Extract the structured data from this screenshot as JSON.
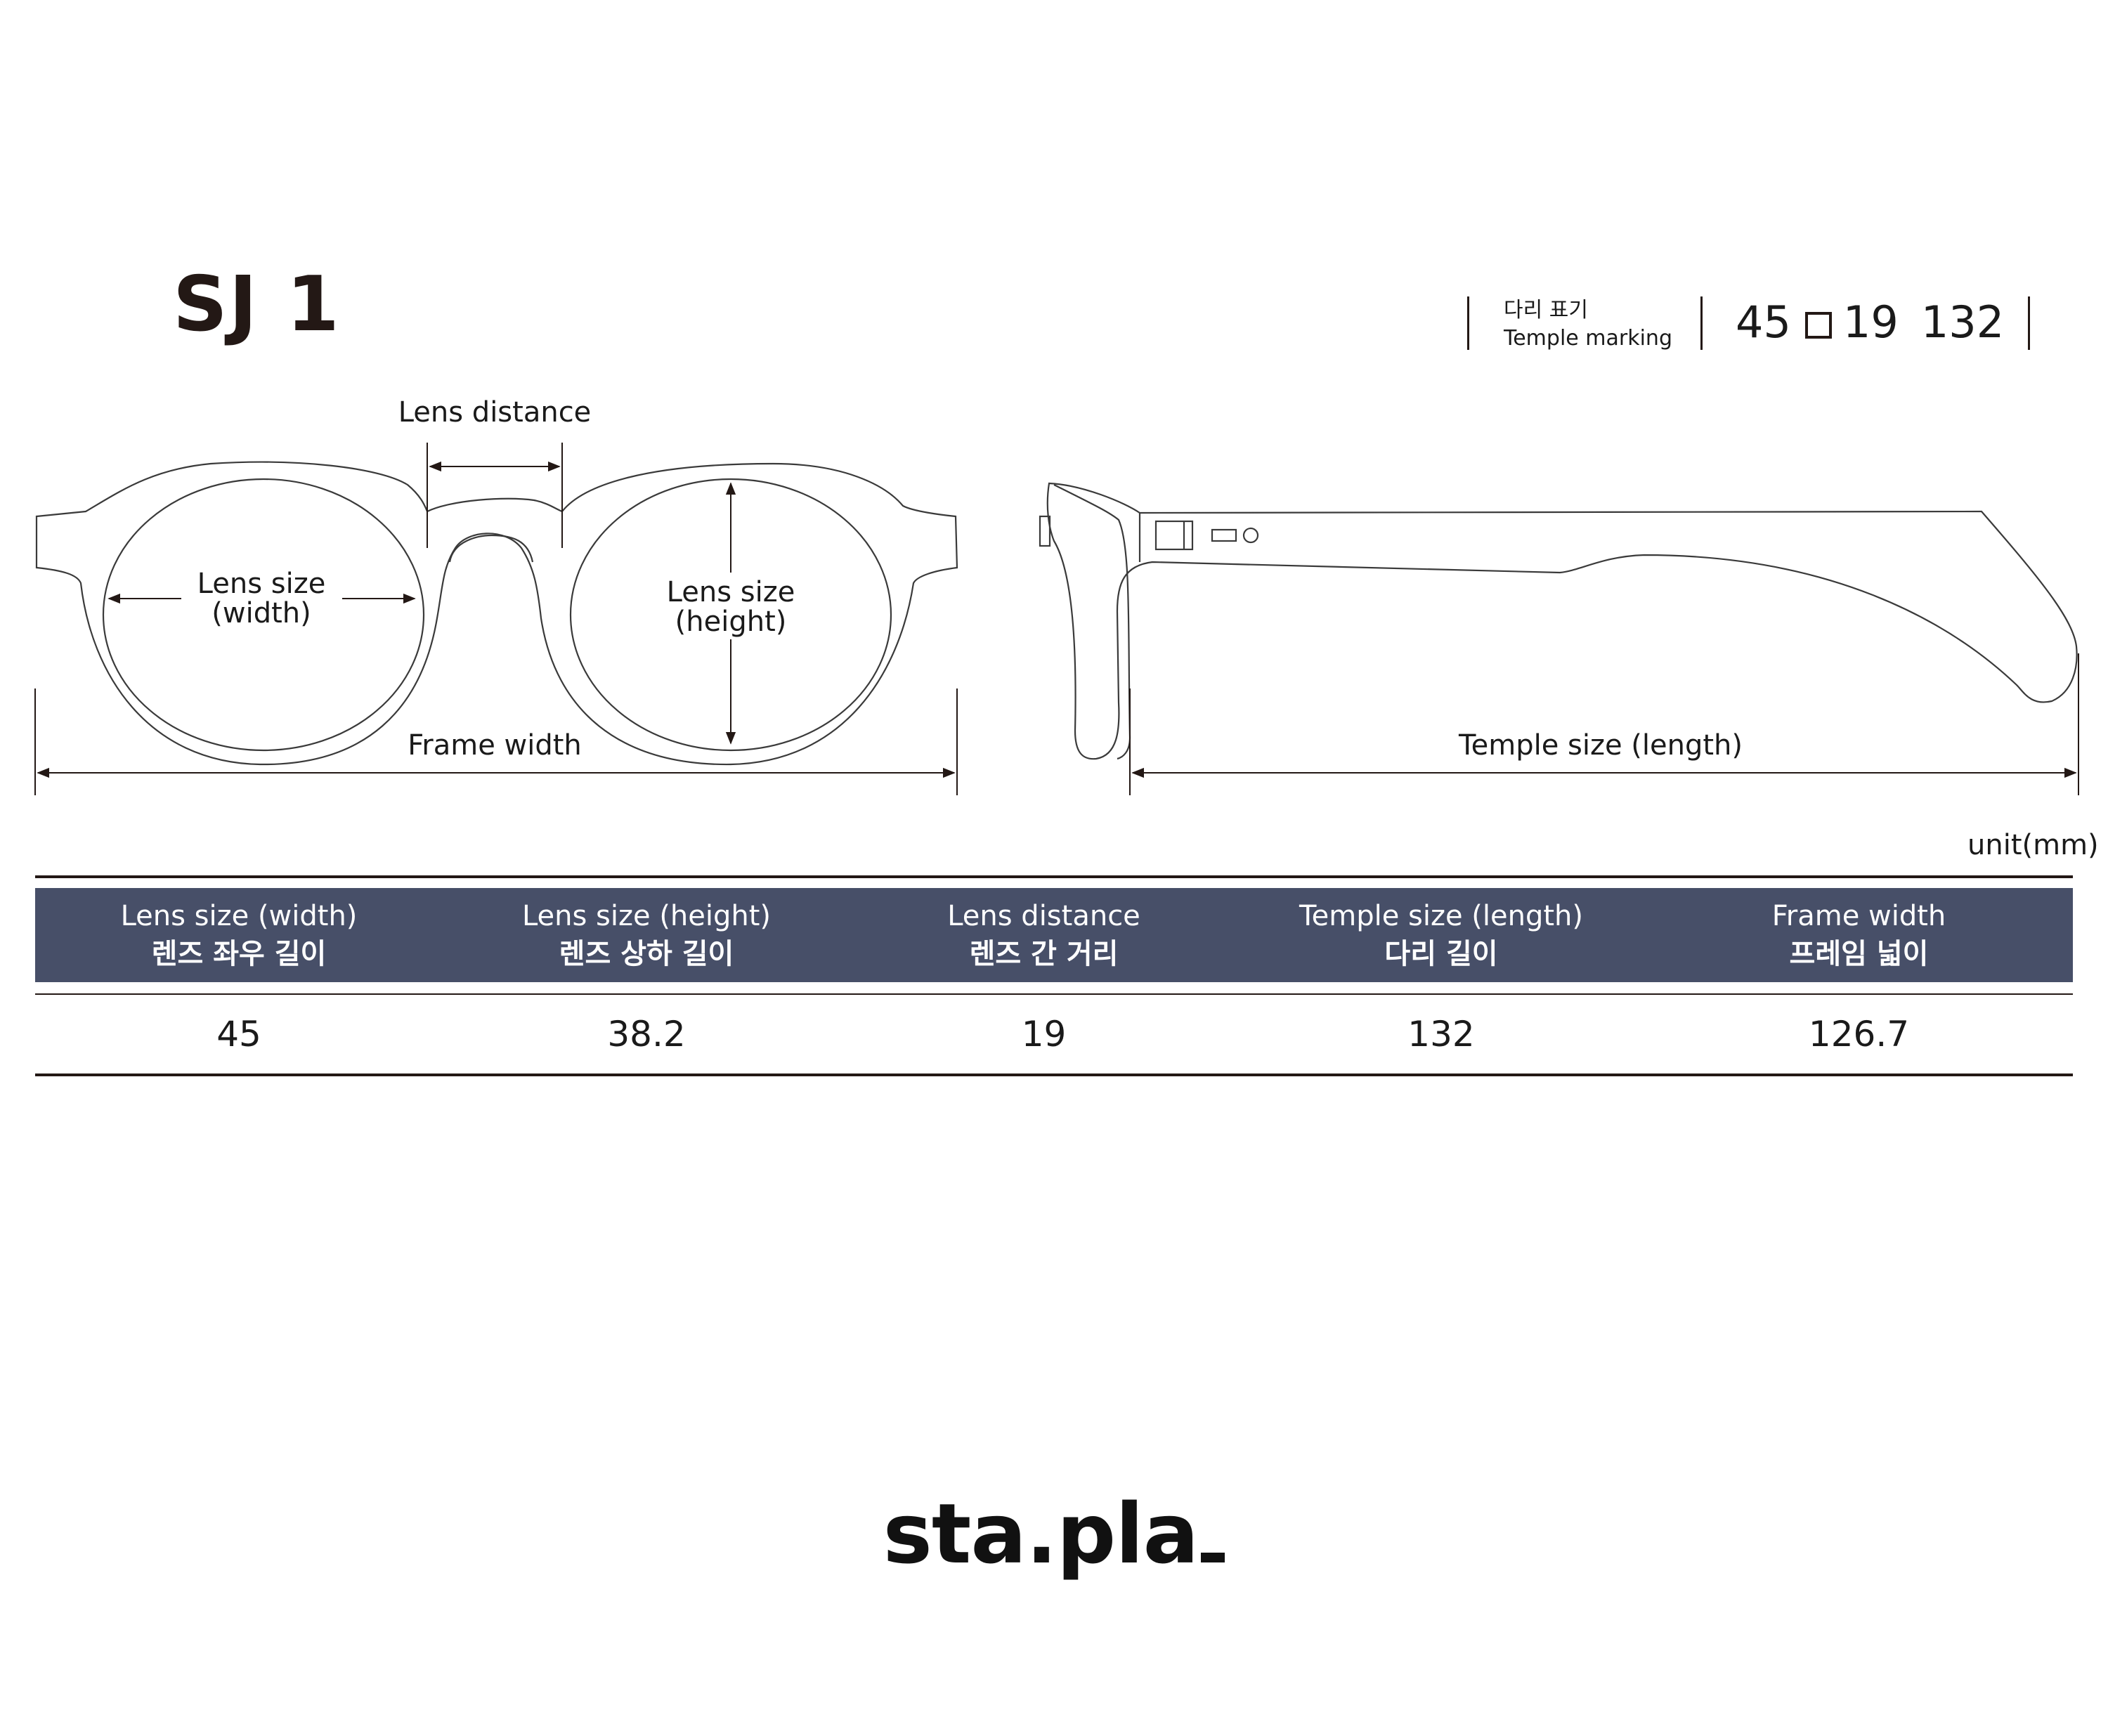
{
  "model": "SJ 1",
  "temple_marking": {
    "label_ko": "다리 표기",
    "label_en": "Temple marking",
    "lens": "45",
    "bridge": "19",
    "temple": "132"
  },
  "diagram_labels": {
    "lens_distance": "Lens distance",
    "lens_width_1": "Lens size",
    "lens_width_2": "(width)",
    "lens_height_1": "Lens size",
    "lens_height_2": "(height)",
    "frame_width": "Frame width",
    "temple_length": "Temple size (length)"
  },
  "unit": "unit(mm)",
  "table": {
    "headers": [
      {
        "en": "Lens size (width)",
        "ko": "렌즈 좌우 길이"
      },
      {
        "en": "Lens size (height)",
        "ko": "렌즈 상하 길이"
      },
      {
        "en": "Lens distance",
        "ko": "렌즈 간 거리"
      },
      {
        "en": "Temple size (length)",
        "ko": "다리 길이"
      },
      {
        "en": "Frame width",
        "ko": "프레임 넓이"
      }
    ],
    "values": [
      "45",
      "38.2",
      "19",
      "132",
      "126.7"
    ]
  },
  "brand": "sta.pla"
}
